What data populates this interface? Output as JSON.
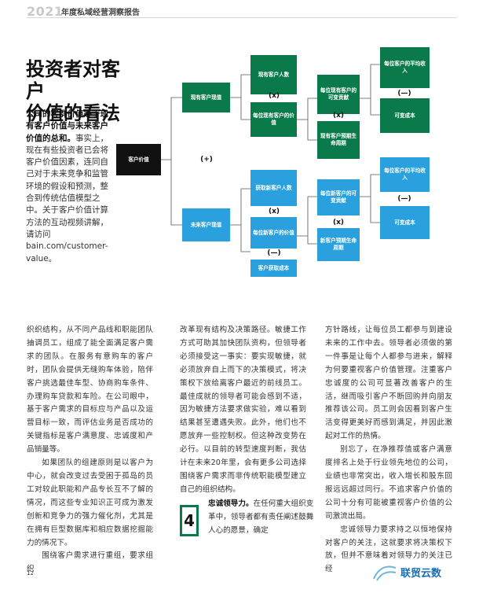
{
  "header": {
    "year": "2021",
    "title": "年度私域经营洞察报告"
  },
  "heading": {
    "line1": "投资者对客户",
    "line2": "价值的看法"
  },
  "intro": {
    "bold": "公司的客群价值等于现有客户价值与未来客户价值的总和。",
    "rest": "事实上，现在有些投资者已会将客户价值因素，连同自己对于未来竞争和监管环境的假设和预测，整合到传统估值模型之中。关于客户价值计算方法的互动视频讲解，请访问bain.com/customer-value。"
  },
  "diagram": {
    "root": "客户价值",
    "root_op": "(+)",
    "existing": "现有客户现值",
    "existing_count": "现有客户人数",
    "times1": "(x)",
    "existing_avg": "每位现有客户的价值",
    "existing_margin": "每位现有客户的可变贡献",
    "times2": "(x)",
    "existing_life": "现有客户预期生命周期",
    "revenue1": "每位客户的平均收入",
    "minus1": "(—)",
    "cost1": "可变成本",
    "future": "未来客户现值",
    "new_count": "获取新客户人数",
    "times3": "(x)",
    "new_avg": "每位新客户的价值",
    "minus2": "(—)",
    "acq_cost": "客户获取成本",
    "new_margin": "每位新客户的可变贡献",
    "times4": "(x)",
    "new_life": "新客户预期生命周期",
    "revenue2": "每位客户的平均收入",
    "minus3": "(—)",
    "cost2": "可变成本"
  },
  "columns": {
    "col1": [
      "织织结构，从不同产品线和职能团队抽调员工，组成了能全面满足客户需求的团队。在服务有意购车的客户时，团队会提供无缝购车体验，陪伴客户挑选最佳车型、协商购车条件、办理购车贷款和车险。在公司眼中，基于客户需求的目标应与产品以及运营目标一致，而评估业务是否成功的关键指标是客户满意度、忠诚度和产品销量等。",
      "如果团队的组建原则是以客户为中心，就会改变过去受困于孤岛的员工对较此职能和产品专长互不了解的情况，而这些专业知识正可成为激发创新和竞争力的强力催化剂，尤其是在拥有巨型数据库和相应数据挖掘能力的情况下。",
      "围绕客户需求进行重组，要求组织"
    ],
    "col2": [
      "改革现有结构及决策路径。敏捷工作方式可助其加快团队资构，但领导者必须接受这一事实：要实现敏捷，就必须放弃自上而下的决策模式，将决策权下放给离客户最近的前线员工。最佳成就的领导者可能会感到不适，因为敏捷方法要求做实验，难以看到结果甚至遭遇失败。此外，他们也不愿放弃一些控制权。但这种改变势在必行。以目前的转型速度判断，我估计在未来20年里，会有更多公司选择围绕客户需求而非传统职能模型建立自己的组织结构。"
    ],
    "col3": [
      "方针路线，让每位员工都参与到建设未来的工作中去。领导者必须做的第一件事是让每个人都参与进来，解释为何要重视客户价值管理。注重客户忠诚度的公司可显著改善客户的生活，继而吸引客户不断回购并向朋友推荐该公司。员工则会因看到客户生活变得更美好而感到满足，并因此激起对工作的热情。",
      "别忘了，在净推荐值或客户满意度排名上处于行业领先地位的公司，业绩也非常突出，收入增长和股东回报远远超过同行。不追求客户价值的公司十分有可能被重视客户价值的公司激流出局。",
      "忠诚领导力要求持之以恒地保持对客户的关注，这就要求将决策权下放，但并不意味着对领导力的关注已经"
    ]
  },
  "section": {
    "number": "4",
    "title": "忠诚领导力。",
    "body": "在任何重大组织变革中，领导者都有责任阐述鼓舞人心的愿景，确定"
  },
  "footer": {
    "page": "12",
    "watermark": "联贸云数"
  },
  "colors": {
    "green": "#0b7a4b",
    "blue": "#2aa1de",
    "black": "#111111"
  }
}
